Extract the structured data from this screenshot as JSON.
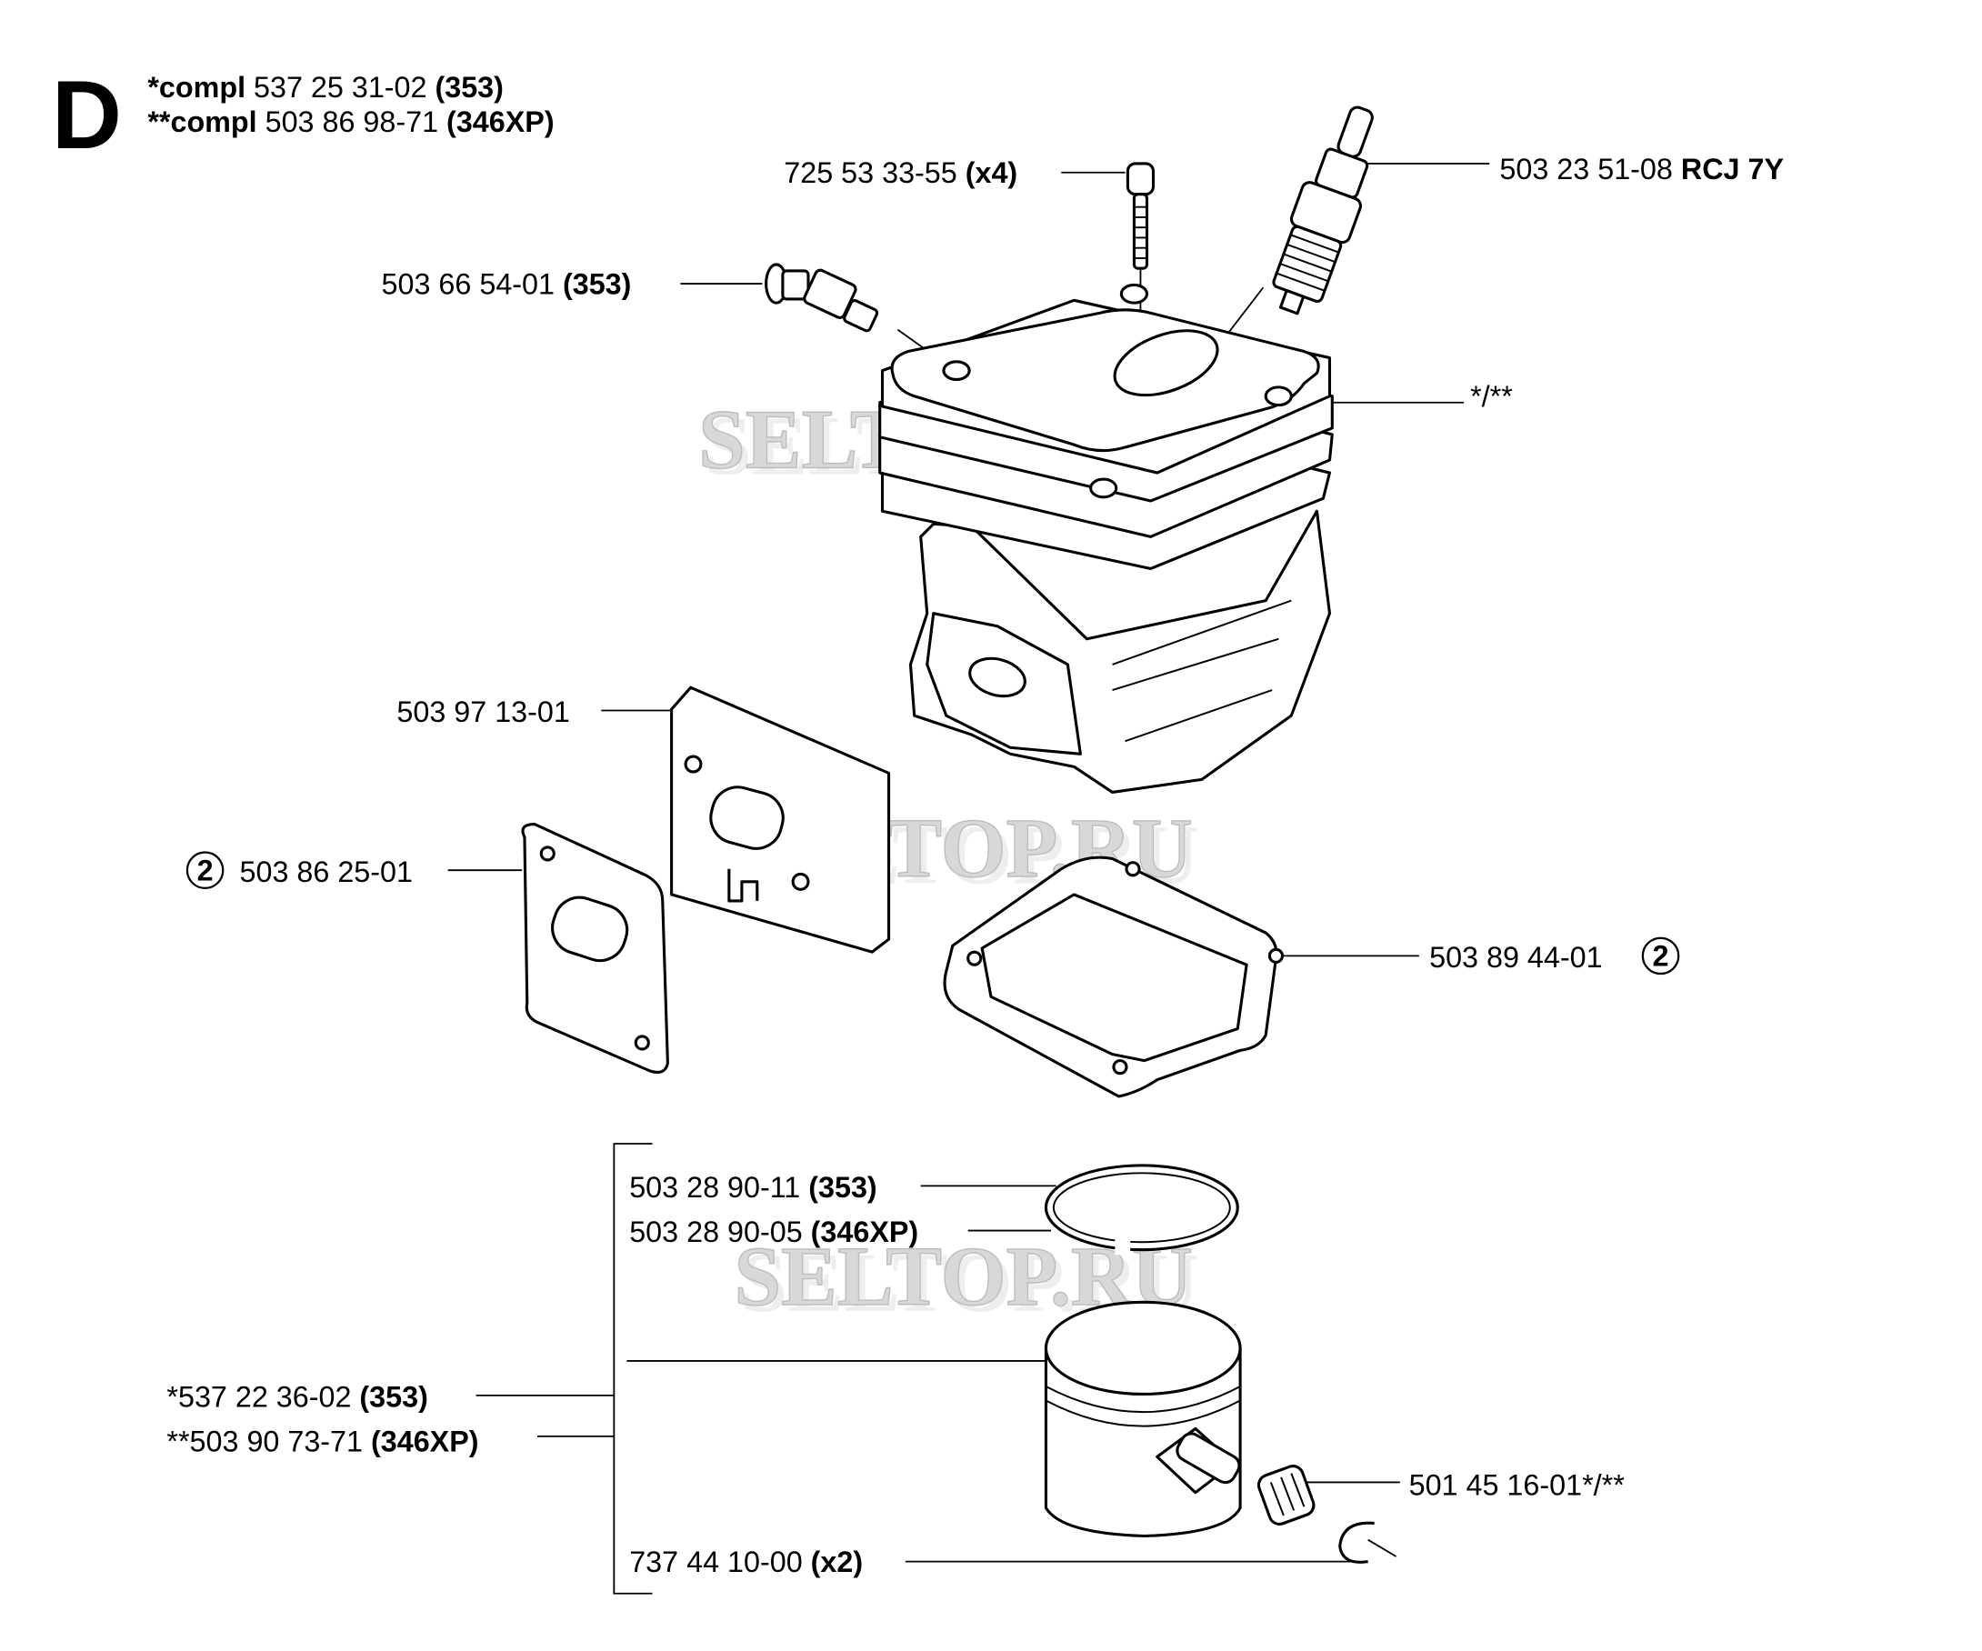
{
  "section_letter": "D",
  "header": {
    "line1": {
      "prefix": "*compl",
      "number": "537 25 31-02",
      "model": "(353)"
    },
    "line2": {
      "prefix": "**compl",
      "number": "503 86 98-71",
      "model": "(346XP)"
    }
  },
  "parts": {
    "screw": {
      "number": "725 53 33-55",
      "qty": "(x4)"
    },
    "spark_plug": {
      "number": "503 23 51-08",
      "type": "RCJ 7Y"
    },
    "decomp_valve": {
      "number": "503 66 54-01",
      "model": "(353)"
    },
    "cylinder": {
      "number": "*/**"
    },
    "exhaust_plate": {
      "number": "503 97 13-01"
    },
    "exhaust_gasket": {
      "number": "503 86 25-01",
      "badge": "2"
    },
    "base_gasket": {
      "number": "503 89 44-01",
      "badge": "2"
    },
    "ring_353": {
      "number": "503 28 90-11",
      "model": "(353)"
    },
    "ring_346": {
      "number": "503 28 90-05",
      "model": "(346XP)"
    },
    "piston_353": {
      "number": "*537 22 36-02",
      "model": "(353)"
    },
    "piston_346": {
      "number": "**503 90 73-71",
      "model": "(346XP)"
    },
    "needle_bearing": {
      "number": "501 45 16-01*/**"
    },
    "circlip": {
      "number": "737 44 10-00",
      "qty": "(x2)"
    }
  },
  "watermark": "SELTOP.RU"
}
